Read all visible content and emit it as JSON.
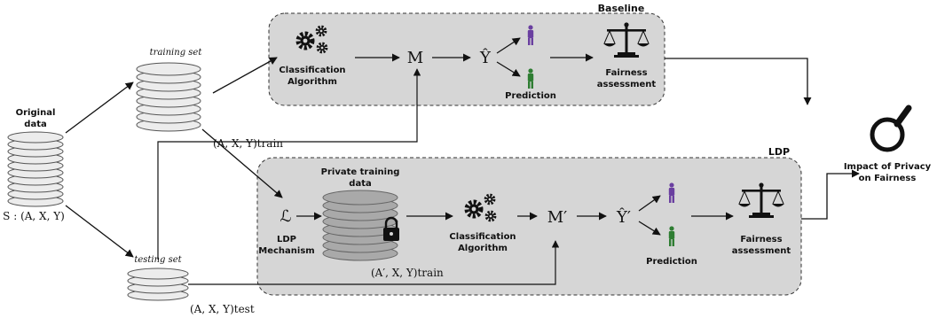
{
  "data_sources": {
    "original_label_line1": "Original",
    "original_label_line2": "data",
    "original_formula": "S : (A, X, Y)",
    "training_set_label": "training set",
    "training_formula": "(A, X, Y)train",
    "testing_set_label": "testing set",
    "testing_formula": "(A, X, Y)test"
  },
  "baseline": {
    "title": "Baseline",
    "classification_line1": "Classification",
    "classification_line2": "Algorithm",
    "model_symbol": "M",
    "prediction_symbol": "Ŷ",
    "prediction_label": "Prediction",
    "fairness_line1": "Fairness",
    "fairness_line2": "assessment"
  },
  "ldp": {
    "title": "LDP",
    "mechanism_symbol": "ℒ",
    "mechanism_line1": "LDP",
    "mechanism_line2": "Mechanism",
    "private_line1": "Private training",
    "private_line2": "data",
    "private_formula": "(A′, X, Y)train",
    "classification_line1": "Classification",
    "classification_line2": "Algorithm",
    "model_symbol": "M′",
    "prediction_symbol": "Ŷ′",
    "prediction_label": "Prediction",
    "fairness_line1": "Fairness",
    "fairness_line2": "assessment"
  },
  "outcome": {
    "line1": "Impact of Privacy",
    "line2": "on Fairness"
  },
  "colors": {
    "panel_fill": "#d6d6d6",
    "person_purple": "#6a3fa0",
    "person_green": "#2e7d32"
  },
  "icons": [
    "gears-icon",
    "scales-icon",
    "person-icon",
    "magnifier-icon",
    "lock-icon",
    "database-icon"
  ]
}
